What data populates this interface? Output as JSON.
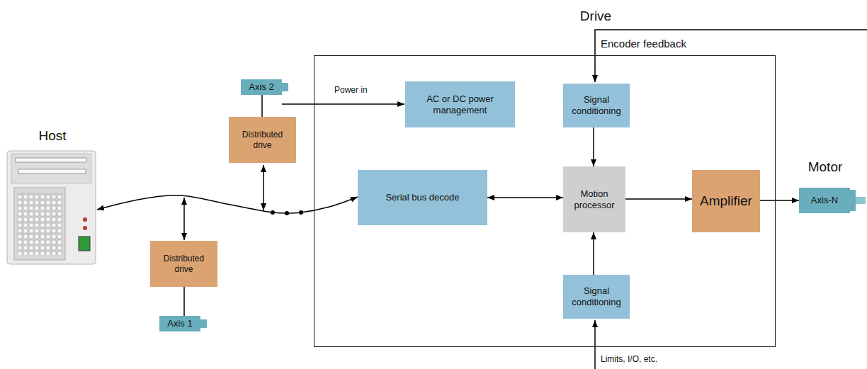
{
  "diagram": {
    "nodes": [
      {
        "text": [
          "Host"
        ]
      },
      {
        "text": [
          "Axis 2"
        ]
      },
      {
        "text": [
          "Distributed drive"
        ]
      },
      {
        "text": [
          "Distributed drive"
        ]
      },
      {
        "text": [
          "Axis 1"
        ]
      },
      {
        "text": [
          "Drive"
        ]
      },
      {
        "text": [
          "AC or DC power management"
        ],
        "in": 5
      },
      {
        "text": [
          "Signal conditioning"
        ],
        "in": 5
      },
      {
        "text": [
          "Serial bus decode"
        ],
        "in": 5
      },
      {
        "text": [
          "Motion processor"
        ],
        "in": 5
      },
      {
        "text": [
          "Amplifier"
        ],
        "in": 5
      },
      {
        "text": [
          "Signal conditioning"
        ],
        "in": 5
      },
      {
        "text": [
          "Motor",
          "Axis-N"
        ]
      }
    ],
    "edges": [
      {
        "from": 0,
        "to": 8,
        "arrow": "both"
      },
      {
        "from": 1,
        "to": 2,
        "arrow": "none"
      },
      {
        "from": 3,
        "to": 4,
        "arrow": "none"
      },
      {
        "from": 8,
        "to": 9,
        "arrow": "both"
      },
      {
        "from": 7,
        "to": 9,
        "arrow": "to"
      },
      {
        "from": 11,
        "to": 9,
        "arrow": "to"
      },
      {
        "from": 9,
        "to": 10,
        "arrow": "to"
      },
      {
        "from": 10,
        "to": 12,
        "arrow": "to"
      }
    ],
    "labels": [
      "Encoder feedback",
      "Power in",
      "Limits, I/O, etc."
    ]
  }
}
